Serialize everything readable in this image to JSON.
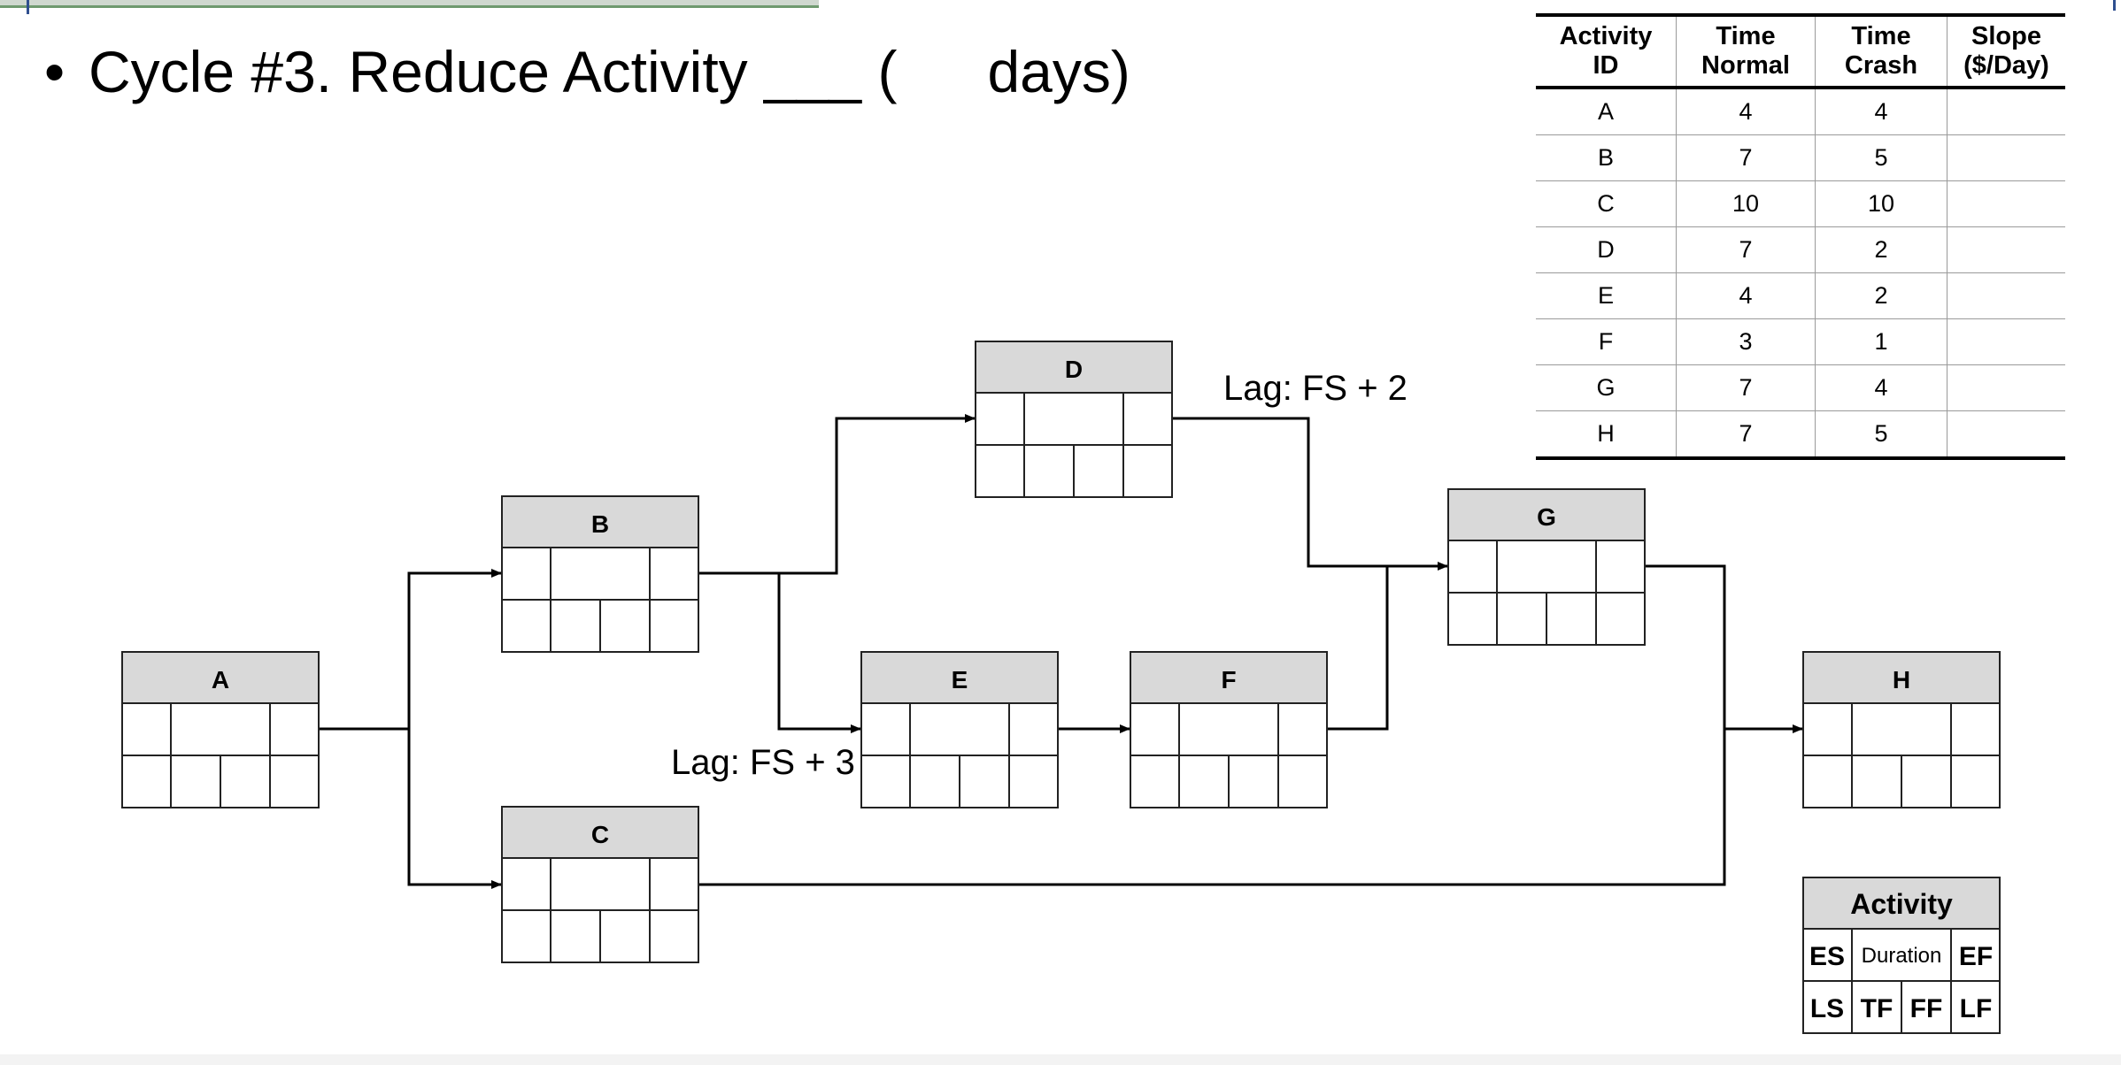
{
  "heading": {
    "text_before": "Cycle #3. Reduce Activity ___ (",
    "text_after": "days)"
  },
  "table": {
    "headers": [
      [
        "Activity",
        "ID"
      ],
      [
        "Time",
        "Normal"
      ],
      [
        "Time",
        "Crash"
      ],
      [
        "Slope",
        "($/Day)"
      ]
    ],
    "rows": [
      [
        "A",
        "4",
        "4",
        ""
      ],
      [
        "B",
        "7",
        "5",
        ""
      ],
      [
        "C",
        "10",
        "10",
        ""
      ],
      [
        "D",
        "7",
        "2",
        ""
      ],
      [
        "E",
        "4",
        "2",
        ""
      ],
      [
        "F",
        "3",
        "1",
        ""
      ],
      [
        "G",
        "7",
        "4",
        ""
      ],
      [
        "H",
        "7",
        "5",
        ""
      ]
    ]
  },
  "network": {
    "nodes": [
      "A",
      "B",
      "C",
      "D",
      "E",
      "F",
      "G",
      "H"
    ],
    "lags": {
      "d_to_g": "Lag: FS + 2",
      "b_to_e": "Lag: FS + 3"
    }
  },
  "legend": {
    "title": "Activity",
    "es": "ES",
    "duration": "Duration",
    "ef": "EF",
    "ls": "LS",
    "tf": "TF",
    "ff": "FF",
    "lf": "LF"
  }
}
